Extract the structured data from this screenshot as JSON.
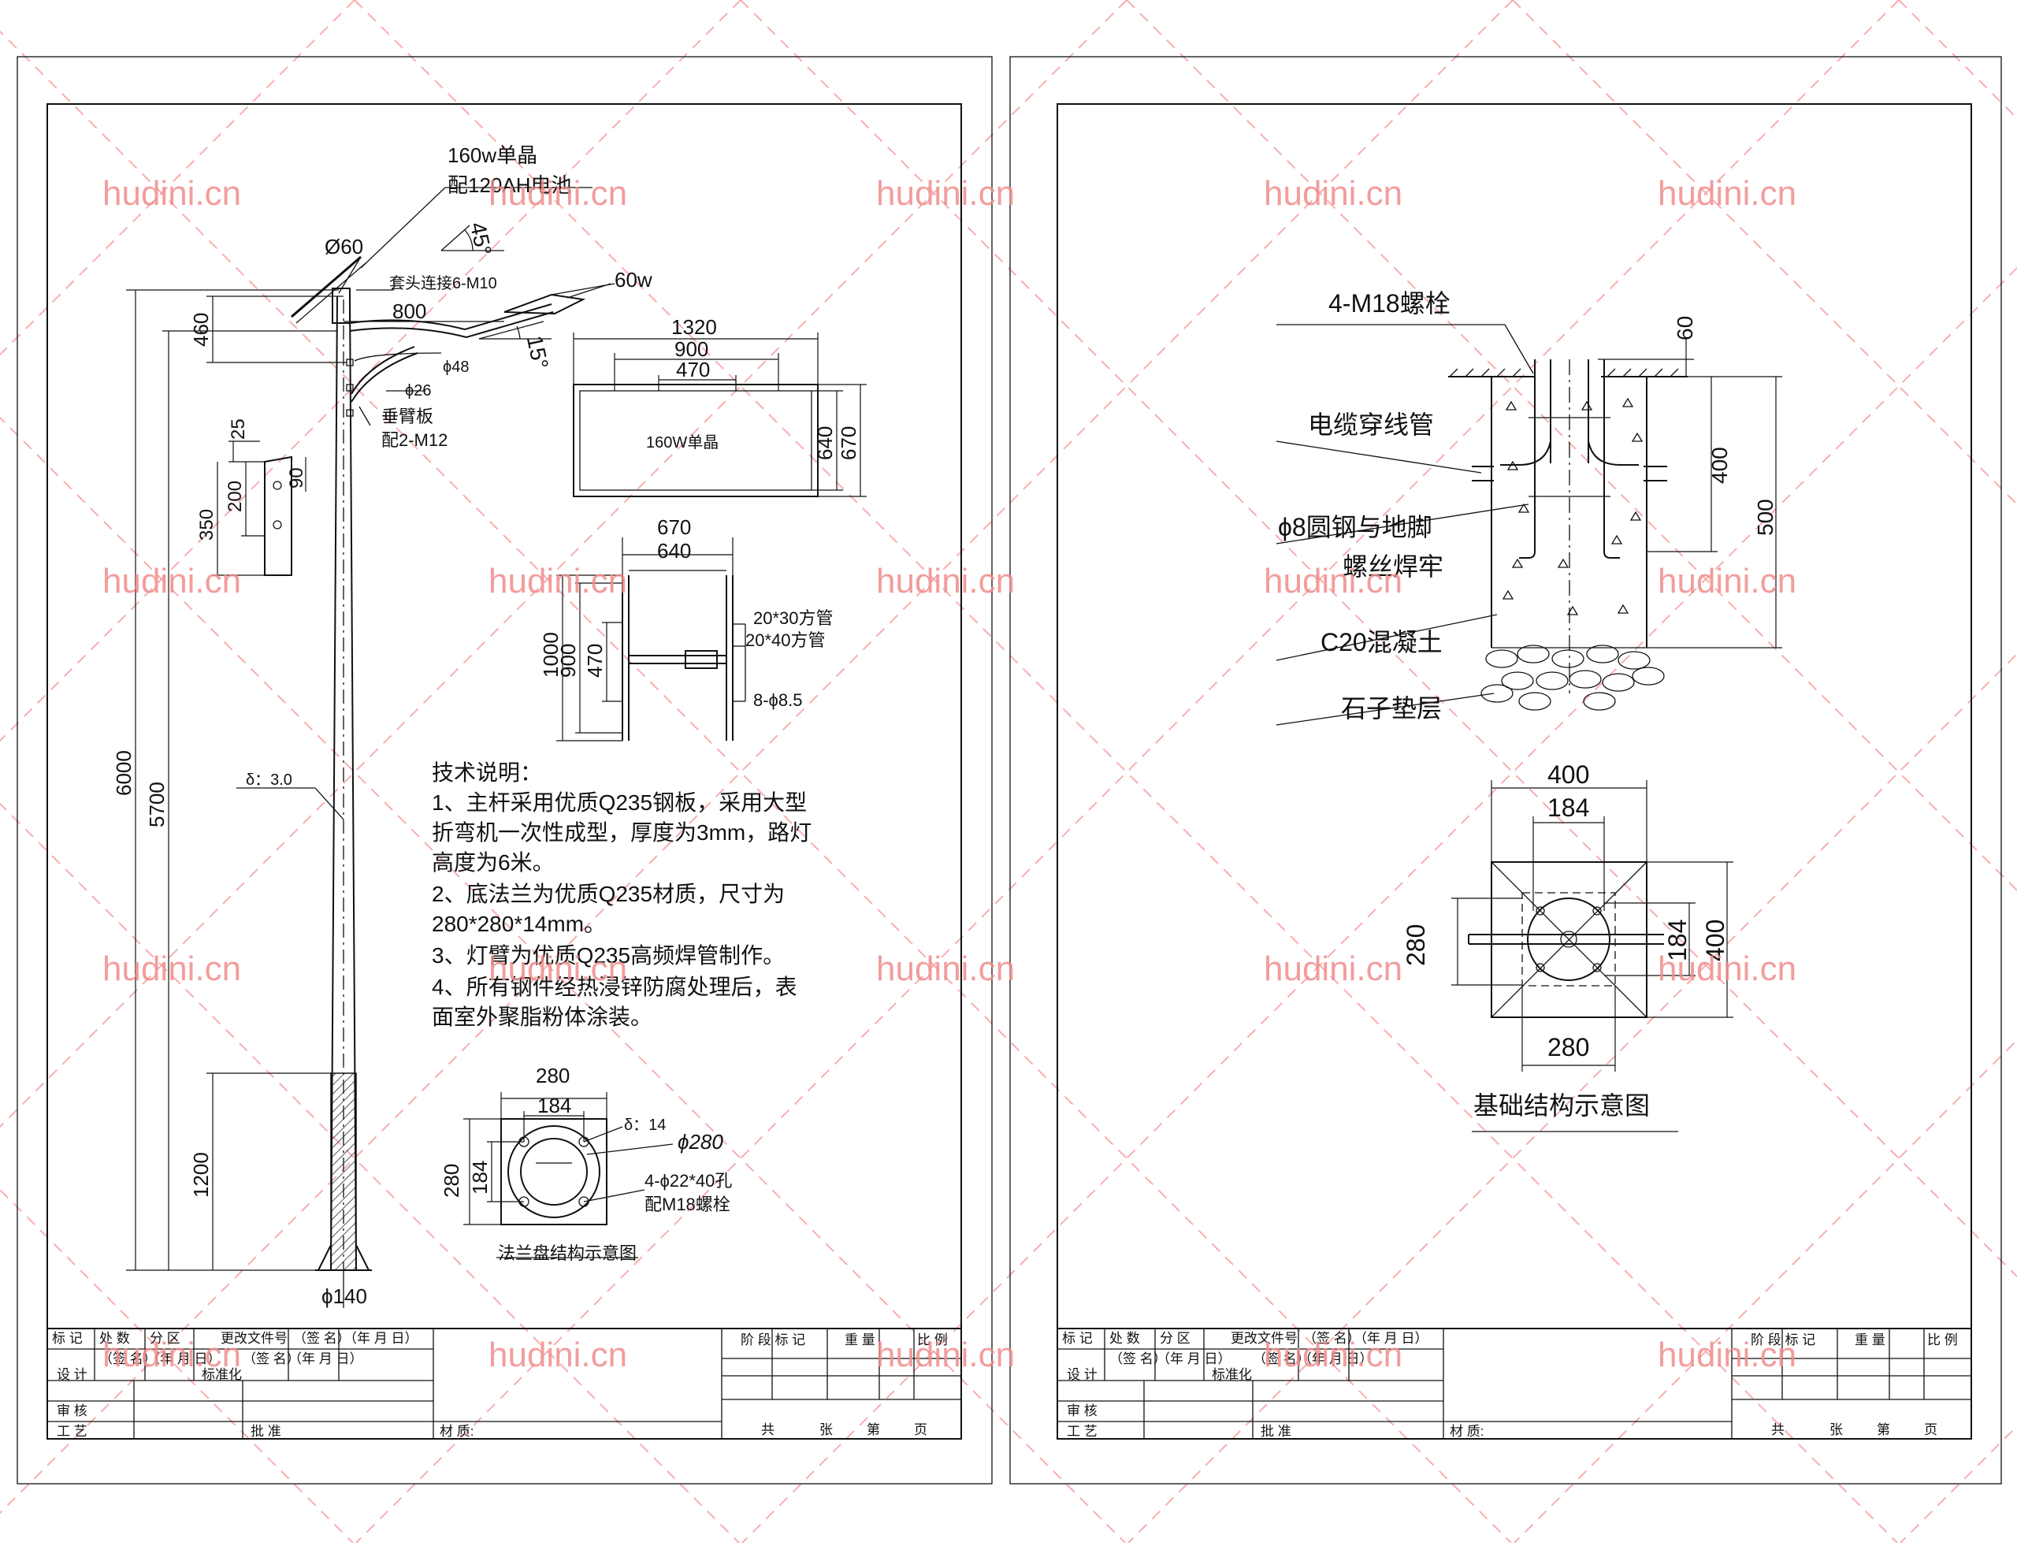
{
  "watermark": {
    "text": "hudini.cn",
    "color": "#f08d8d"
  },
  "pole": {
    "panel_spec": "160w单晶",
    "battery_spec": "配120AH电池",
    "top_diameter": "Ø60",
    "angle_panel": "45°",
    "sleeve_connection": "套头连接6-M10",
    "lamp_power": "60w",
    "arm_length": "800",
    "arm_height": "460",
    "angle_lamp": "15°",
    "arm_diameter": "ϕ48",
    "brace_diameter": "ϕ26",
    "brace_plate": "垂臂板",
    "brace_bolts": "配2-M12",
    "thickness": "δ：3.0",
    "height_total": "6000",
    "height_pole": "5700",
    "buried_depth": "1200",
    "base_diameter": "ϕ140",
    "bracket_dims": [
      "25",
      "350",
      "200",
      "90"
    ]
  },
  "panel_view": {
    "width_outer": "1320",
    "width_mid": "900",
    "width_inner": "470",
    "label": "160W单晶",
    "height_inner": "640",
    "height_outer": "670"
  },
  "frame_view": {
    "width_outer": "670",
    "width_inner": "640",
    "height_1": "1000",
    "height_2": "900",
    "height_3": "470",
    "tube_1": "20*30方管",
    "tube_2": "20*40方管",
    "holes": "8-ϕ8.5"
  },
  "notes": {
    "title": "技术说明：",
    "lines": [
      "1、主杆采用优质Q235钢板，采用大型",
      "折弯机一次性成型，厚度为3mm，路灯",
      "高度为6米。",
      "2、底法兰为优质Q235材质，尺寸为",
      "280*280*14mm。",
      "3、灯臂为优质Q235高频焊管制作。",
      "4、所有钢件经热浸锌防腐处理后，表",
      "面室外聚脂粉体涂装。"
    ]
  },
  "flange": {
    "width": "280",
    "hole_spacing": "184",
    "thickness": "δ：14",
    "diameter": "ϕ280",
    "height": "280",
    "height_spacing": "184",
    "holes": "4-ϕ22*40孔",
    "bolts": "配M18螺栓",
    "caption": "法兰盘结构示意图"
  },
  "foundation": {
    "bolts": "4-M18螺栓",
    "cable_pipe": "电缆穿线管",
    "rebar_1": "ϕ8圆钢与地脚",
    "rebar_2": "螺丝焊牢",
    "concrete": "C20混凝土",
    "gravel": "石子垫层",
    "dim_60": "60",
    "dim_400": "400",
    "dim_500": "500",
    "plan_top_400": "400",
    "plan_top_184": "184",
    "plan_left_280": "280",
    "plan_right_184": "184",
    "plan_right_400": "400",
    "plan_bottom_280": "280",
    "caption": "基础结构示意图"
  },
  "title_block": {
    "row1": [
      "标 记",
      "处 数",
      "分 区",
      "更改文件号",
      "（签 名）",
      "（年 月 日）"
    ],
    "stage": "阶 段 标 记",
    "weight": "重 量",
    "scale": "比 例",
    "row2": [
      "设 计",
      "（签 名）",
      "（年 月 日）",
      "标准化",
      "（签 名）",
      "（年 月 日）"
    ],
    "review": "审 核",
    "process": "工 艺",
    "approve": "批 准",
    "material": "材 质:",
    "total_sheets": "共",
    "sheets": "张",
    "sheet_no": "第",
    "page": "页"
  }
}
